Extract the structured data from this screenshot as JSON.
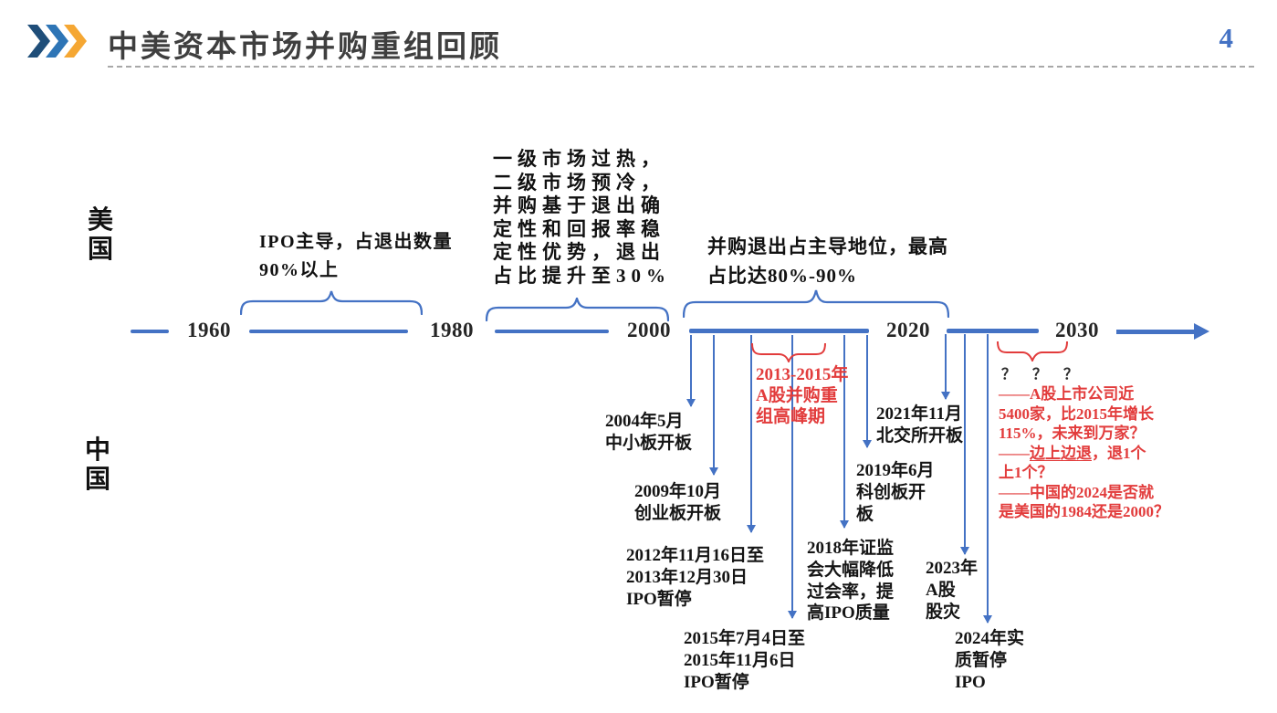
{
  "slide": {
    "title": "中美资本市场并购重组回顾",
    "page_number": "4"
  },
  "regions": {
    "us_label": "美\n国",
    "china_label": "中\n国"
  },
  "timeline": {
    "years": [
      "1960",
      "1980",
      "2000",
      "2020",
      "2030"
    ],
    "phases": [
      {
        "text": "IPO主导，占退出数量\n90%以上"
      },
      {
        "text": "一级市场过热，\n二级市场预冷，\n并购基于退出确\n定性和回报率稳\n定性优势，退出\n占比提升至30%"
      },
      {
        "text": "并购退出占主导地位，最高\n占比达80%-90%"
      }
    ],
    "china_events": [
      {
        "text": "2004年5月\n中小板开板"
      },
      {
        "text": "2009年10月\n创业板开板"
      },
      {
        "text": "2012年11月16日至\n2013年12月30日\nIPO暂停"
      },
      {
        "text": "2015年7月4日至\n2015年11月6日\nIPO暂停"
      },
      {
        "text": "2018年证监\n会大幅降低\n过会率，提\n高IPO质量"
      },
      {
        "text": "2019年6月\n科创板开\n板"
      },
      {
        "text": "2021年11月\n北交所开板"
      },
      {
        "text": "2023年\nA股\n股灾"
      },
      {
        "text": "2024年实\n质暂停\nIPO"
      }
    ],
    "peak_note": "2013-2015年\nA股并购重\n组高峰期",
    "future": {
      "question_marks": "？ ？ ？",
      "notes": [
        "——A股上市公司近",
        "5400家，比2015年增长",
        "115%，未来到万家？",
        "——边上边退，退1个",
        "上1个？",
        "——中国的2024是否就",
        "是美国的1984还是2000？"
      ],
      "underline_phrase": "边上边退"
    }
  },
  "colors": {
    "accent_blue": "#4472C4",
    "annotation_red": "#E23C3C",
    "logo_navy": "#1F4E79",
    "logo_blue": "#2E75B6",
    "logo_orange": "#F5A733",
    "title_gray": "#3F3F3F",
    "page_number_blue": "#4472C4"
  }
}
